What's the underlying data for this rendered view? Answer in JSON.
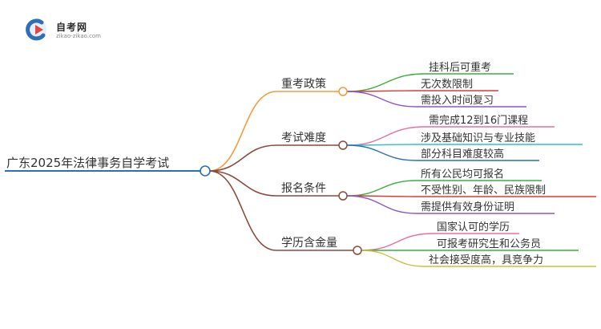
{
  "logo": {
    "title": "自考网",
    "url": "zikao-zikao.com"
  },
  "root": {
    "label": "广东2025年法律事务自学考试",
    "color": "#2c6fb5"
  },
  "branches": [
    {
      "label": "重考政策",
      "color": "#f39a3c",
      "leaves": [
        {
          "label": "挂科后可重考",
          "color": "#3cae3f"
        },
        {
          "label": "无次数限制",
          "color": "#d93b3b"
        },
        {
          "label": "需投入时间复习",
          "color": "#8e57c9"
        }
      ]
    },
    {
      "label": "考试难度",
      "color": "#8a4a3c",
      "leaves": [
        {
          "label": "需完成12到16门课程",
          "color": "#e86ea0"
        },
        {
          "label": "涉及基础知识与专业技能",
          "color": "#33bfc6"
        },
        {
          "label": "部分科目难度较高",
          "color": "#2c6fb5"
        }
      ]
    },
    {
      "label": "报名条件",
      "color": "#8a4a3c",
      "leaves": [
        {
          "label": "所有公民均可报名",
          "color": "#3cae3f"
        },
        {
          "label": "不受性别、年龄、民族限制",
          "color": "#d93b3b"
        },
        {
          "label": "需提供有效身份证明",
          "color": "#8e57c9"
        }
      ]
    },
    {
      "label": "学历含金量",
      "color": "#8a4a3c",
      "leaves": [
        {
          "label": "国家认可的学历",
          "color": "#e86ea0"
        },
        {
          "label": "可报考研究生和公务员",
          "color": "#3cae3f"
        },
        {
          "label": "社会接受度高，具竞争力",
          "color": "#c9c23a"
        }
      ]
    }
  ]
}
